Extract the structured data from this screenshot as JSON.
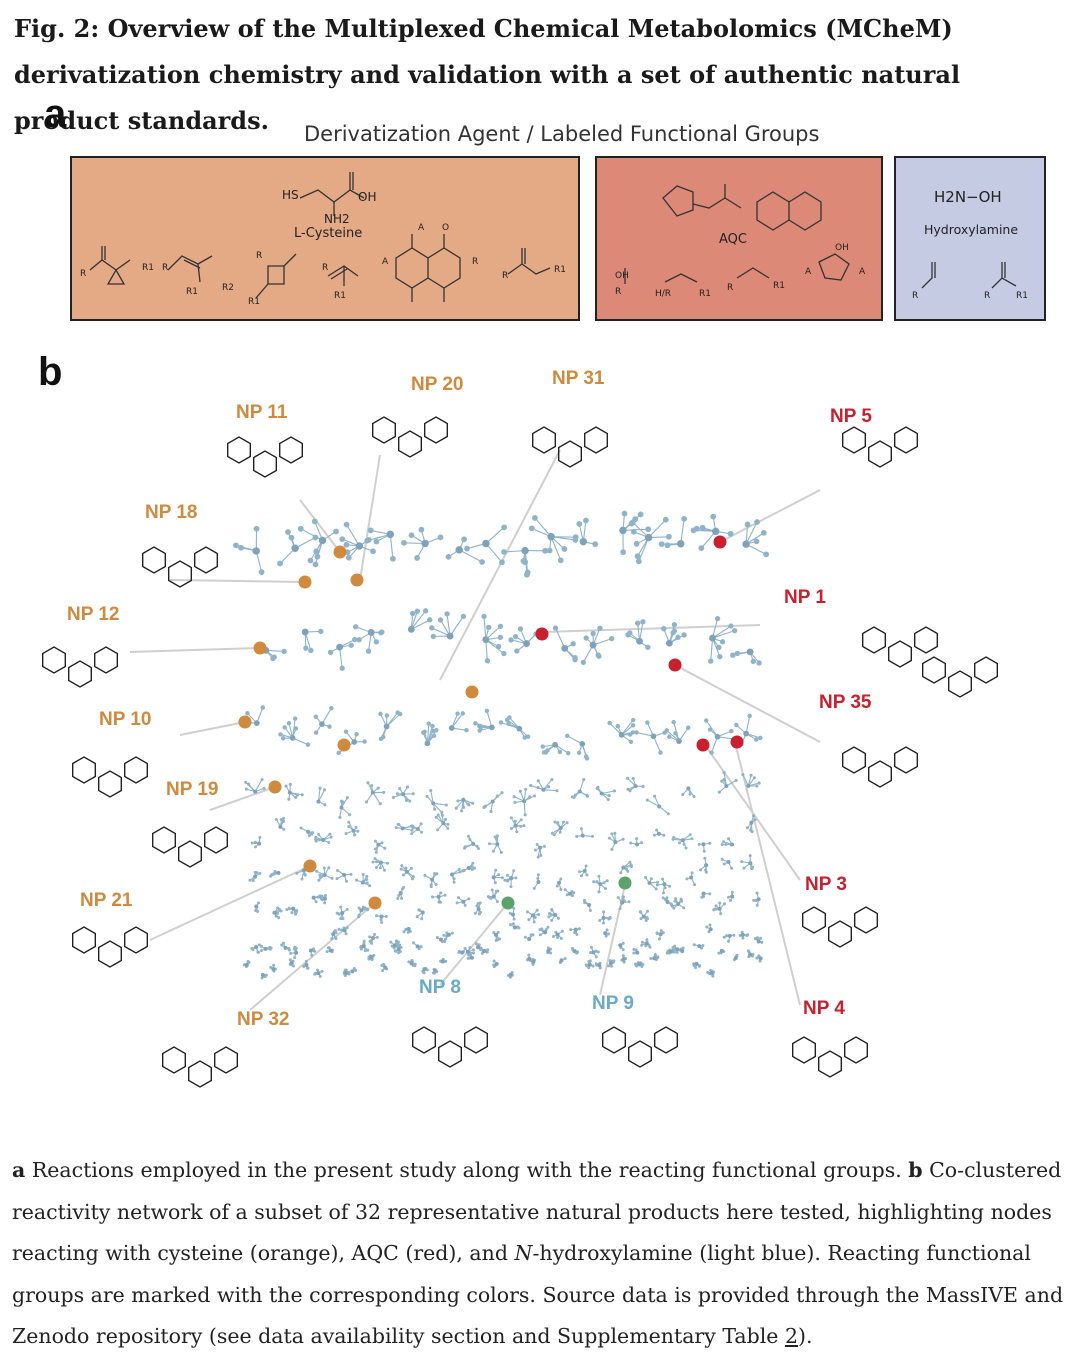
{
  "figure": {
    "title": "Fig. 2: Overview of the Multiplexed Chemical Metabolomics (MCheM) derivatization chemistry and validation with a set of authentic natural product standards."
  },
  "panel_a": {
    "letter": "a",
    "heading": "Derivatization Agent  / Labeled Functional Groups",
    "cysteine_label": "L-Cysteine",
    "cysteine_nh2": "NH2",
    "cysteine_hs": "HS",
    "cysteine_oh": "OH",
    "aqc_label": "AQC",
    "hydroxylamine_formula": "H2N−OH",
    "hydroxylamine_label": "Hydroxylamine",
    "colors": {
      "cysteine": "#e4a985",
      "aqc": "#dd8977",
      "hydroxylamine": "#c5cbe3"
    }
  },
  "panel_b": {
    "letter": "b",
    "labels": [
      {
        "text": "NP 11",
        "color": "orange"
      },
      {
        "text": "NP 20",
        "color": "orange"
      },
      {
        "text": "NP 31",
        "color": "orange"
      },
      {
        "text": "NP 5",
        "color": "red"
      },
      {
        "text": "NP 18",
        "color": "orange"
      },
      {
        "text": "NP 1",
        "color": "red"
      },
      {
        "text": "NP 12",
        "color": "orange"
      },
      {
        "text": "NP 35",
        "color": "red"
      },
      {
        "text": "NP 10",
        "color": "orange"
      },
      {
        "text": "NP 19",
        "color": "orange"
      },
      {
        "text": "NP 3",
        "color": "red"
      },
      {
        "text": "NP 21",
        "color": "orange"
      },
      {
        "text": "NP 8",
        "color": "blue"
      },
      {
        "text": "NP 9",
        "color": "blue"
      },
      {
        "text": "NP 4",
        "color": "red"
      },
      {
        "text": "NP 32",
        "color": "orange"
      }
    ],
    "colors": {
      "orange": "#d08a3e",
      "red": "#c8202e",
      "blue": "#6aa9c8",
      "green": "#5ba36a",
      "network": "#8fb3c9"
    }
  },
  "caption": {
    "a_letter": "a",
    "a_text": " Reactions employed in the present study along with the reacting functional groups. ",
    "b_letter": "b",
    "b_text_1": " Co-clustered reactivity network of a subset of 32 representative natural products here tested, highlighting nodes reacting with cysteine (orange), AQC (red), and ",
    "b_italic": "N",
    "b_text_2": "-hydroxylamine (light blue). Reacting functional groups are marked with the corresponding colors. Source data is provided through the MassIVE and Zenodo repository (see data availability section and Supplementary Table ",
    "table_link": "2",
    "b_text_3": ")."
  }
}
